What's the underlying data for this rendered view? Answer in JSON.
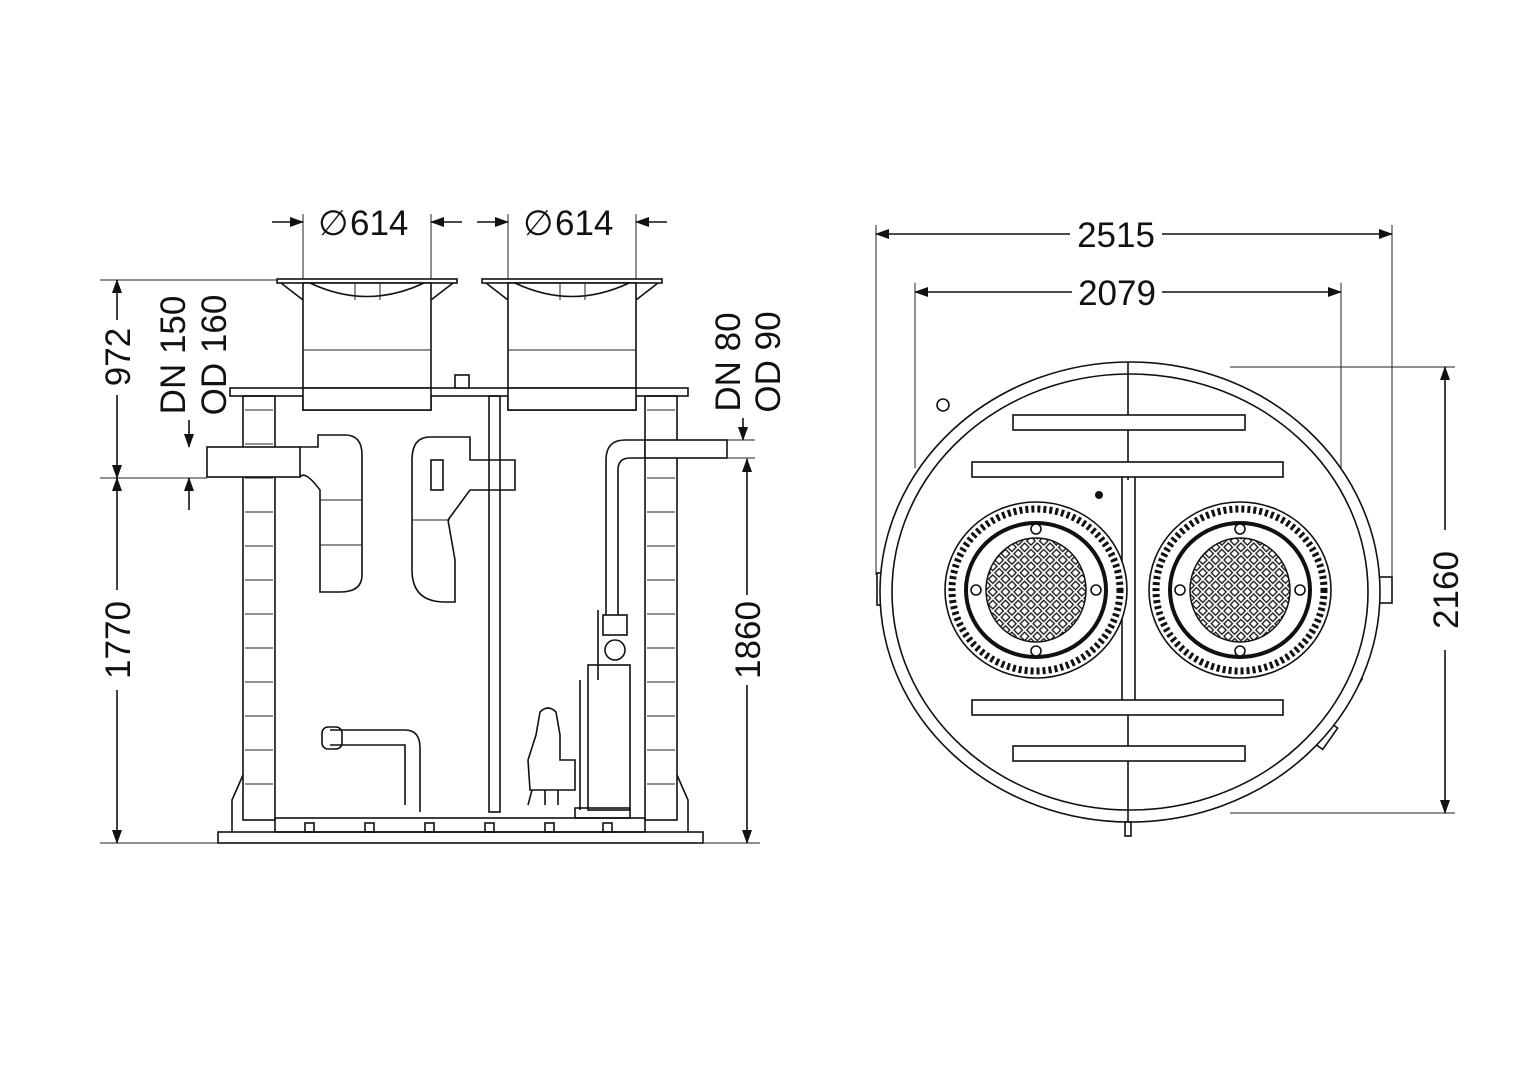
{
  "drawing": {
    "side_view": {
      "cover_diameter_left": "614",
      "cover_diameter_right": "614",
      "diameter_symbol": "∅",
      "height_top": "972",
      "height_inlet": "1770",
      "height_outlet": "1860",
      "inlet_dn": "DN 150",
      "inlet_od": "OD 160",
      "outlet_dn": "DN 80",
      "outlet_od": "OD 90"
    },
    "plan_view": {
      "overall_width": "2515",
      "inner_width": "2079",
      "overall_depth": "2160"
    }
  }
}
